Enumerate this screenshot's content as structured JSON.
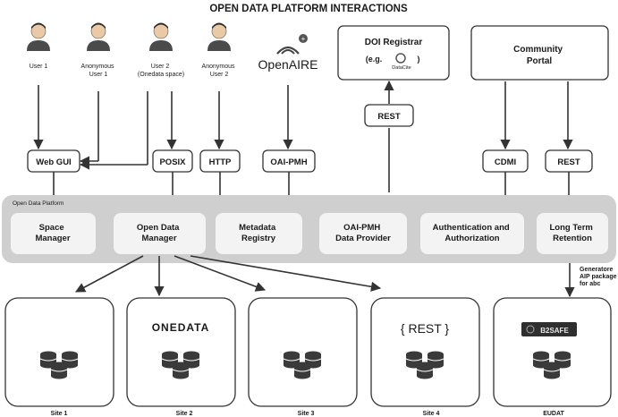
{
  "title": "OPEN DATA PLATFORM INTERACTIONS",
  "actors": [
    {
      "label": [
        "User 1"
      ],
      "icon": "user-icon"
    },
    {
      "label": [
        "Anonymous",
        "User 1"
      ],
      "icon": "anonymous-user-icon"
    },
    {
      "label": [
        "User 2",
        "(Onedata space)"
      ],
      "icon": "user-icon"
    },
    {
      "label": [
        "Anonymous",
        "User 2"
      ],
      "icon": "anonymous-user-icon"
    },
    {
      "label": [
        "OpenAIRE"
      ],
      "icon": "openaire-logo-icon"
    }
  ],
  "doi_registrar": {
    "title": "DOI Registrar",
    "example_prefix": "(e.g.",
    "example_suffix": ")",
    "logo_text": "DataCite"
  },
  "community_portal": {
    "title": [
      "Community",
      "Portal"
    ]
  },
  "interfaces": {
    "web_gui": "Web GUI",
    "posix": "POSIX",
    "http": "HTTP",
    "oai_pmh": "OAI-PMH",
    "rest_doi": "REST",
    "cdmi": "CDMI",
    "rest_portal": "REST"
  },
  "platform": {
    "label": "Open Data Platform",
    "modules": [
      [
        "Space",
        "Manager"
      ],
      [
        "Open Data",
        "Manager"
      ],
      [
        "Metadata",
        "Registry"
      ],
      [
        "OAI-PMH",
        "Data Provider"
      ],
      [
        "Authentication and",
        "Authorization"
      ],
      [
        "Long Term",
        "Retention"
      ]
    ]
  },
  "aip_note": [
    "Generatore",
    "AIP package",
    "for abc"
  ],
  "sites": [
    {
      "label": "Site 1",
      "logo": ""
    },
    {
      "label": "Site 2",
      "logo": "ONEDATA"
    },
    {
      "label": "Site 3",
      "logo": ""
    },
    {
      "label": "Site 4",
      "logo": "{ REST }"
    },
    {
      "label": "EUDAT",
      "logo": "B2SAFE"
    }
  ],
  "colors": {
    "platform_band": "#cfcfcf",
    "module_fill": "#f3f3f3",
    "line": "#333333",
    "db": "#3a3a3a"
  }
}
